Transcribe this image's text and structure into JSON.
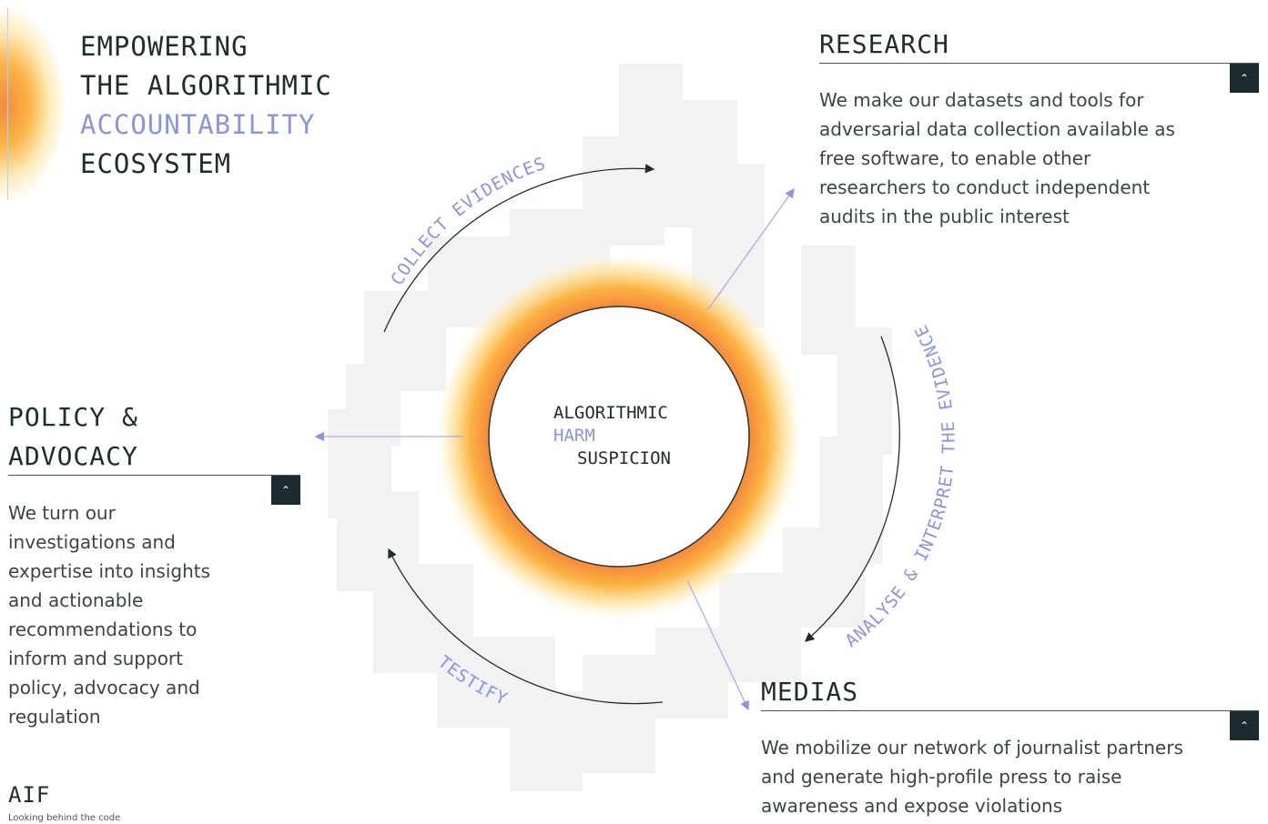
{
  "hero": {
    "line1": "EMPOWERING",
    "line2": "THE ALGORITHMIC",
    "line3": "ACCOUNTABILITY",
    "line4": "ECOSYSTEM"
  },
  "center": {
    "line1": "ALGORITHMIC",
    "line2": "HARM",
    "line3": "SUSPICION"
  },
  "arcs": {
    "collect": "COLLECT EVIDENCES",
    "analyse": "ANALYSE & INTERPRET THE EVIDENCE",
    "testify": "TESTIFY"
  },
  "research": {
    "heading": "RESEARCH",
    "toggle": "⌃",
    "body": [
      "We make our datasets and tools for",
      "adversarial data collection available as",
      "free software, to enable other",
      "researchers to conduct independent",
      "audits in the public interest"
    ]
  },
  "policy": {
    "heading_line1": "POLICY &",
    "heading_line2": "ADVOCACY",
    "toggle": "⌃",
    "body": [
      "We turn our",
      "investigations and",
      "expertise into insights",
      "and actionable",
      "recommendations to",
      "inform and support",
      "policy, advocacy and",
      "regulation"
    ]
  },
  "medias": {
    "heading": "MEDIAS",
    "toggle": "⌃",
    "body": [
      "We mobilize our network of journalist partners",
      "and generate high-profile press to raise",
      "awareness and expose violations"
    ]
  },
  "footer": {
    "logo": "AIF",
    "tagline": "Looking behind the code"
  },
  "colors": {
    "accent": "#8b93e6",
    "dark": "#1c2c2e",
    "glow_inner": "#f58a3a",
    "glow_outer": "#fbb445"
  }
}
